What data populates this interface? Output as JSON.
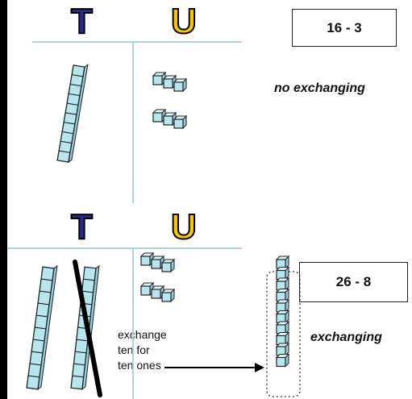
{
  "column_headers": {
    "tens": "T",
    "units": "U"
  },
  "example_1": {
    "expression": "16 - 3",
    "caption": "no exchanging",
    "tens_rods": 1,
    "unit_cubes": 6
  },
  "example_2": {
    "expression": "26 - 8",
    "caption": "exchanging",
    "tens_rods": 2,
    "crossed_out_rods": 1,
    "unit_cubes": 6,
    "exchange_note": [
      "exchange",
      "ten for",
      "ten ones"
    ]
  },
  "colors": {
    "cube": "#b7e6ef",
    "cube_outline": "#222222",
    "grid_line": "#a8d8dc",
    "t_letter": "#2b2a8c",
    "u_letter": "#f7c600"
  }
}
